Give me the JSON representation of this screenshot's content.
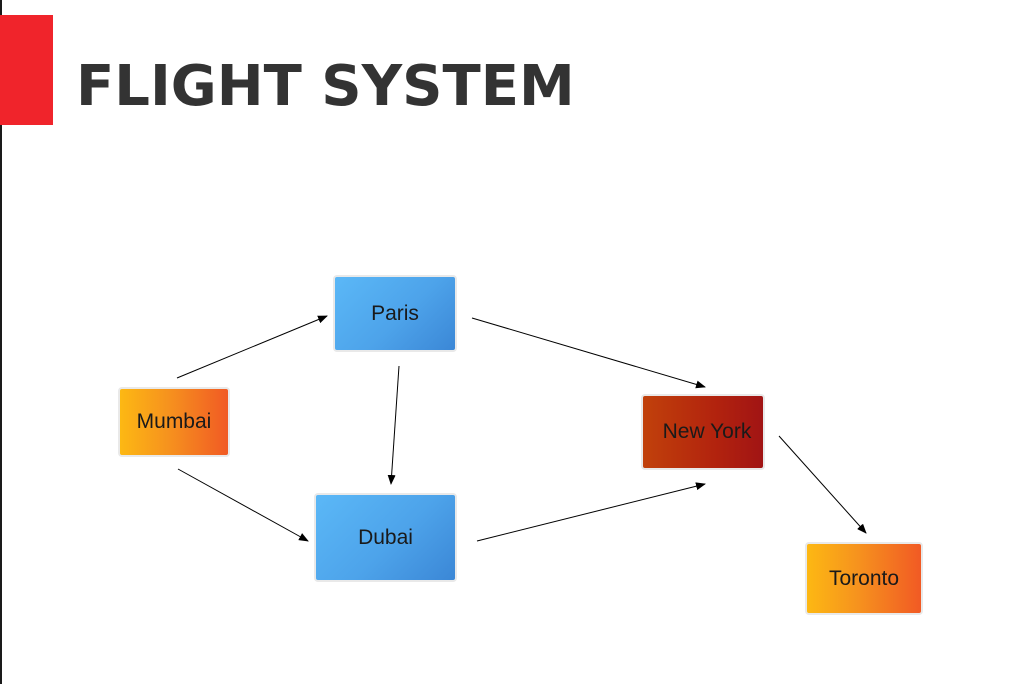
{
  "title": "FLIGHT SYSTEM",
  "colors": {
    "accent": "#f0242b",
    "title_text": "#333333",
    "origin_node": "#f6921e",
    "hub_node": "#4da3ea",
    "major_hub_node": "#b2230e",
    "edge": "#000000"
  },
  "nodes": [
    {
      "id": "mumbai",
      "label": "Mumbai",
      "style": "orange"
    },
    {
      "id": "paris",
      "label": "Paris",
      "style": "blue"
    },
    {
      "id": "dubai",
      "label": "Dubai",
      "style": "blue"
    },
    {
      "id": "newyork",
      "label": "New York",
      "style": "darkred"
    },
    {
      "id": "toronto",
      "label": "Toronto",
      "style": "orange"
    }
  ],
  "edges": [
    {
      "from": "mumbai",
      "to": "paris"
    },
    {
      "from": "mumbai",
      "to": "dubai"
    },
    {
      "from": "paris",
      "to": "dubai"
    },
    {
      "from": "paris",
      "to": "newyork"
    },
    {
      "from": "dubai",
      "to": "newyork"
    },
    {
      "from": "newyork",
      "to": "toronto"
    }
  ]
}
